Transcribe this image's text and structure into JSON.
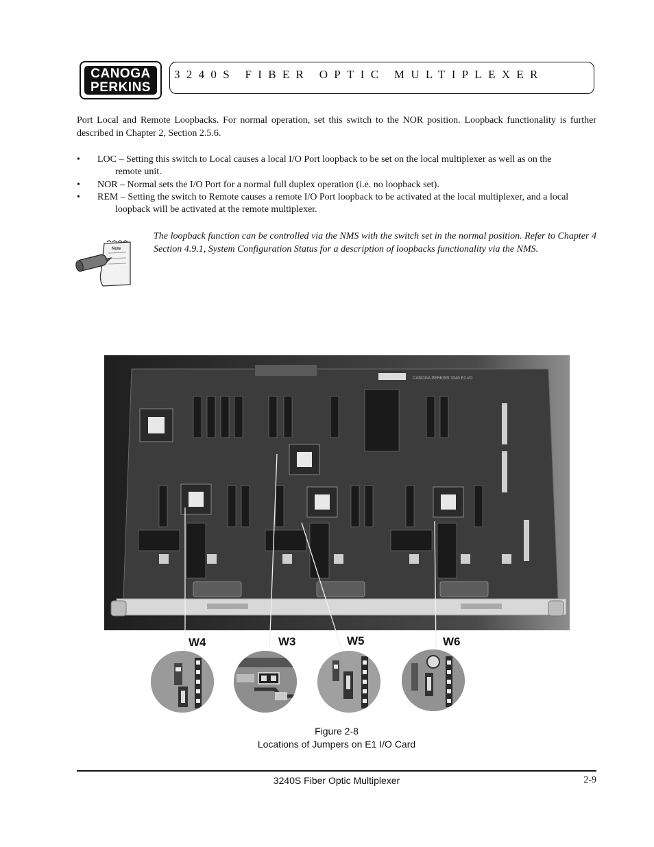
{
  "header": {
    "logo_line1": "CANOGA",
    "logo_line2": "PERKINS",
    "title": "3240S FIBER OPTIC MULTIPLEXER"
  },
  "body": {
    "intro": "Port Local and Remote Loopbacks. For normal operation, set this switch to the NOR position. Loopback functionality is further described in Chapter 2, Section 2.5.6.",
    "bullets": [
      {
        "symbol": "•",
        "first": "LOC – Setting this switch to Local causes a local I/O Port loopback to be set on the local multiplexer as well as on the",
        "rest": "remote unit."
      },
      {
        "symbol": "•",
        "first": "NOR – Normal sets the I/O Port for a normal full duplex operation (i.e. no loopback set).",
        "rest": ""
      },
      {
        "symbol": "•",
        "first": "REM – Setting the switch to Remote causes a remote I/O Port loopback to be activated at the local multiplexer, and a local",
        "rest": "loopback will be activated at the remote multiplexer."
      }
    ],
    "note_icon": "notepad-pen-icon",
    "note": "The loopback function can be controlled via the NMS with the switch set in the normal position. Refer to Chapter 4 Section 4.9.1, System Configuration Status for a description of loopbacks functionality via the NMS."
  },
  "figure": {
    "jumpers": [
      "W4",
      "W3",
      "W5",
      "W6"
    ],
    "caption_line1": "Figure 2-8",
    "caption_line2": "Locations of Jumpers on E1 I/O Card"
  },
  "footer": {
    "center": "3240S Fiber Optic Multiplexer",
    "page": "2-9"
  }
}
